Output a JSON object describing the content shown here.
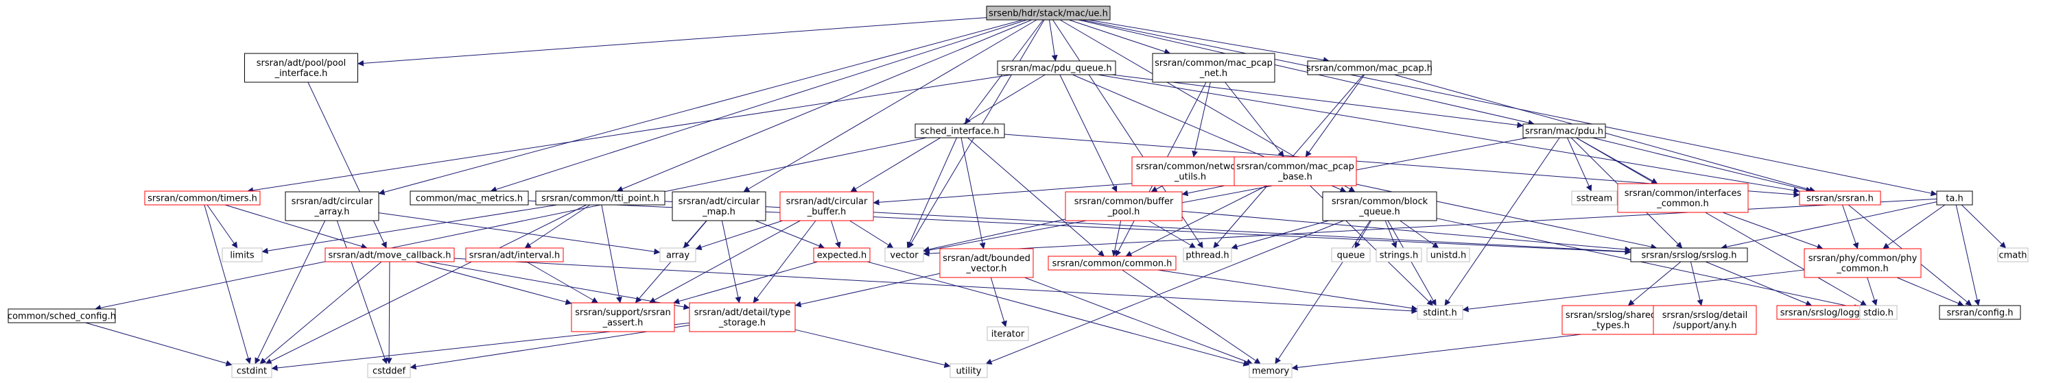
{
  "colors": {
    "edge": "#191970",
    "border_documented": "#000000",
    "border_incomplete": "#ff0000",
    "border_system": "#bfbfbf",
    "root_fill": "#bfbfbf",
    "node_fill": "#ffffff"
  },
  "nodes": [
    {
      "id": "root",
      "kind": "root",
      "lines": [
        "srsenb/hdr/stack/mac/ue.h"
      ]
    },
    {
      "id": "pool_interface",
      "kind": "doc",
      "lines": [
        "srsran/adt/pool/pool",
        "_interface.h"
      ]
    },
    {
      "id": "pdu_queue",
      "kind": "doc",
      "lines": [
        "srsran/mac/pdu_queue.h"
      ]
    },
    {
      "id": "mac_pcap_net",
      "kind": "doc",
      "lines": [
        "srsran/common/mac_pcap",
        "_net.h"
      ]
    },
    {
      "id": "mac_pcap",
      "kind": "doc",
      "lines": [
        "srsran/common/mac_pcap.h"
      ]
    },
    {
      "id": "network_utils",
      "kind": "red",
      "lines": [
        "srsran/common/network",
        "_utils.h"
      ]
    },
    {
      "id": "mac_pcap_base",
      "kind": "red",
      "lines": [
        "srsran/common/mac_pcap",
        "_base.h"
      ]
    },
    {
      "id": "sched_interface",
      "kind": "doc",
      "lines": [
        "sched_interface.h"
      ]
    },
    {
      "id": "mac_pdu",
      "kind": "doc",
      "lines": [
        "srsran/mac/pdu.h"
      ]
    },
    {
      "id": "ta",
      "kind": "doc",
      "lines": [
        "ta.h"
      ]
    },
    {
      "id": "timers",
      "kind": "red",
      "lines": [
        "srsran/common/timers.h"
      ]
    },
    {
      "id": "circular_array",
      "kind": "doc",
      "lines": [
        "srsran/adt/circular",
        "_array.h"
      ]
    },
    {
      "id": "mac_metrics",
      "kind": "doc",
      "lines": [
        "common/mac_metrics.h"
      ]
    },
    {
      "id": "tti_point",
      "kind": "doc",
      "lines": [
        "srsran/common/tti_point.h"
      ]
    },
    {
      "id": "circular_map",
      "kind": "doc",
      "lines": [
        "srsran/adt/circular",
        "_map.h"
      ]
    },
    {
      "id": "circular_buffer",
      "kind": "red",
      "lines": [
        "srsran/adt/circular",
        "_buffer.h"
      ]
    },
    {
      "id": "buffer_pool",
      "kind": "red",
      "lines": [
        "srsran/common/buffer",
        "_pool.h"
      ]
    },
    {
      "id": "block_queue",
      "kind": "doc",
      "lines": [
        "srsran/common/block",
        "_queue.h"
      ]
    },
    {
      "id": "interfaces_common",
      "kind": "red",
      "lines": [
        "srsran/common/interfaces",
        "_common.h"
      ]
    },
    {
      "id": "srsran_h",
      "kind": "red",
      "lines": [
        "srsran/srsran.h"
      ]
    },
    {
      "id": "sstream",
      "kind": "sys",
      "lines": [
        "sstream"
      ]
    },
    {
      "id": "cmath",
      "kind": "sys",
      "lines": [
        "cmath"
      ]
    },
    {
      "id": "limits",
      "kind": "sys",
      "lines": [
        "limits"
      ]
    },
    {
      "id": "move_callback",
      "kind": "red",
      "lines": [
        "srsran/adt/move_callback.h"
      ]
    },
    {
      "id": "interval",
      "kind": "red",
      "lines": [
        "srsran/adt/interval.h"
      ]
    },
    {
      "id": "array",
      "kind": "sys",
      "lines": [
        "array"
      ]
    },
    {
      "id": "expected",
      "kind": "red",
      "lines": [
        "expected.h"
      ]
    },
    {
      "id": "vector",
      "kind": "sys",
      "lines": [
        "vector"
      ]
    },
    {
      "id": "bounded_vector",
      "kind": "red",
      "lines": [
        "srsran/adt/bounded",
        "_vector.h"
      ]
    },
    {
      "id": "common_h",
      "kind": "red",
      "lines": [
        "srsran/common/common.h"
      ]
    },
    {
      "id": "pthread",
      "kind": "sys",
      "lines": [
        "pthread.h"
      ]
    },
    {
      "id": "queue",
      "kind": "sys",
      "lines": [
        "queue"
      ]
    },
    {
      "id": "strings",
      "kind": "sys",
      "lines": [
        "strings.h"
      ]
    },
    {
      "id": "unistd",
      "kind": "sys",
      "lines": [
        "unistd.h"
      ]
    },
    {
      "id": "srslog",
      "kind": "doc",
      "lines": [
        "srsran/srslog/srslog.h"
      ]
    },
    {
      "id": "phy_common",
      "kind": "red",
      "lines": [
        "srsran/phy/common/phy",
        "_common.h"
      ]
    },
    {
      "id": "sched_config",
      "kind": "doc",
      "lines": [
        "common/sched_config.h"
      ]
    },
    {
      "id": "srsran_assert",
      "kind": "red",
      "lines": [
        "srsran/support/srsran",
        "_assert.h"
      ]
    },
    {
      "id": "type_storage",
      "kind": "red",
      "lines": [
        "srsran/adt/detail/type",
        "_storage.h"
      ]
    },
    {
      "id": "iterator",
      "kind": "sys",
      "lines": [
        "iterator"
      ]
    },
    {
      "id": "stdint",
      "kind": "sys",
      "lines": [
        "stdint.h"
      ]
    },
    {
      "id": "shared_types",
      "kind": "red",
      "lines": [
        "srsran/srslog/shared",
        "_types.h"
      ]
    },
    {
      "id": "detail_any",
      "kind": "red",
      "lines": [
        "srsran/srslog/detail",
        "/support/any.h"
      ]
    },
    {
      "id": "logger",
      "kind": "red",
      "lines": [
        "srsran/srslog/logger.h"
      ]
    },
    {
      "id": "stdio",
      "kind": "sys",
      "lines": [
        "stdio.h"
      ]
    },
    {
      "id": "config",
      "kind": "doc",
      "lines": [
        "srsran/config.h"
      ]
    },
    {
      "id": "cstdint",
      "kind": "sys",
      "lines": [
        "cstdint"
      ]
    },
    {
      "id": "cstddef",
      "kind": "sys",
      "lines": [
        "cstddef"
      ]
    },
    {
      "id": "utility",
      "kind": "sys",
      "lines": [
        "utility"
      ]
    },
    {
      "id": "memory",
      "kind": "sys",
      "lines": [
        "memory"
      ]
    }
  ],
  "edges": [
    [
      "root",
      "pool_interface"
    ],
    [
      "root",
      "pdu_queue"
    ],
    [
      "root",
      "mac_pcap_net"
    ],
    [
      "root",
      "mac_pcap"
    ],
    [
      "root",
      "sched_interface"
    ],
    [
      "root",
      "mac_pdu"
    ],
    [
      "root",
      "ta"
    ],
    [
      "root",
      "circular_array"
    ],
    [
      "root",
      "mac_metrics"
    ],
    [
      "root",
      "tti_point"
    ],
    [
      "root",
      "circular_map"
    ],
    [
      "root",
      "block_queue"
    ],
    [
      "root",
      "vector"
    ],
    [
      "root",
      "pthread"
    ],
    [
      "pool_interface",
      "move_callback"
    ],
    [
      "pdu_queue",
      "timers"
    ],
    [
      "pdu_queue",
      "circular_buffer"
    ],
    [
      "pdu_queue",
      "buffer_pool"
    ],
    [
      "pdu_queue",
      "mac_pdu"
    ],
    [
      "pdu_queue",
      "block_queue"
    ],
    [
      "pdu_queue",
      "srsran_h"
    ],
    [
      "mac_pcap_net",
      "network_utils"
    ],
    [
      "mac_pcap_net",
      "mac_pcap_base"
    ],
    [
      "mac_pcap_net",
      "common_h"
    ],
    [
      "mac_pcap",
      "mac_pcap_base"
    ],
    [
      "mac_pcap",
      "srsran_h"
    ],
    [
      "mac_pcap",
      "pthread"
    ],
    [
      "network_utils",
      "buffer_pool"
    ],
    [
      "mac_pcap_base",
      "circular_buffer"
    ],
    [
      "mac_pcap_base",
      "buffer_pool"
    ],
    [
      "mac_pcap_base",
      "common_h"
    ],
    [
      "mac_pcap_base",
      "srslog"
    ],
    [
      "mac_pcap_base",
      "stdint"
    ],
    [
      "sched_interface",
      "bounded_vector"
    ],
    [
      "sched_interface",
      "common_h"
    ],
    [
      "sched_interface",
      "vector"
    ],
    [
      "sched_interface",
      "srsran_h"
    ],
    [
      "sched_interface",
      "sched_config"
    ],
    [
      "mac_pdu",
      "sstream"
    ],
    [
      "mac_pdu",
      "interfaces_common"
    ],
    [
      "mac_pdu",
      "srsran_h"
    ],
    [
      "mac_pdu",
      "srslog"
    ],
    [
      "mac_pdu",
      "stdint"
    ],
    [
      "mac_pdu",
      "stdio"
    ],
    [
      "mac_pdu",
      "vector"
    ],
    [
      "ta",
      "cmath"
    ],
    [
      "ta",
      "phy_common"
    ],
    [
      "ta",
      "config"
    ],
    [
      "ta",
      "srslog"
    ],
    [
      "ta",
      "vector"
    ],
    [
      "timers",
      "limits"
    ],
    [
      "timers",
      "move_callback"
    ],
    [
      "timers",
      "cstdint"
    ],
    [
      "circular_array",
      "array"
    ],
    [
      "circular_array",
      "cstdint"
    ],
    [
      "circular_array",
      "cstddef"
    ],
    [
      "mac_metrics",
      "srslog"
    ],
    [
      "tti_point",
      "interval"
    ],
    [
      "tti_point",
      "limits"
    ],
    [
      "tti_point",
      "srsran_assert"
    ],
    [
      "tti_point",
      "srslog"
    ],
    [
      "tti_point",
      "cstdint"
    ],
    [
      "circular_map",
      "array"
    ],
    [
      "circular_map",
      "expected"
    ],
    [
      "circular_map",
      "srsran_assert"
    ],
    [
      "circular_map",
      "type_storage"
    ],
    [
      "circular_buffer",
      "expected"
    ],
    [
      "circular_buffer",
      "array"
    ],
    [
      "circular_buffer",
      "vector"
    ],
    [
      "circular_buffer",
      "srsran_assert"
    ],
    [
      "circular_buffer",
      "type_storage"
    ],
    [
      "buffer_pool",
      "common_h"
    ],
    [
      "buffer_pool",
      "pthread"
    ],
    [
      "buffer_pool",
      "srslog"
    ],
    [
      "buffer_pool",
      "vector"
    ],
    [
      "block_queue",
      "queue"
    ],
    [
      "block_queue",
      "strings"
    ],
    [
      "block_queue",
      "unistd"
    ],
    [
      "block_queue",
      "stdint"
    ],
    [
      "block_queue",
      "memory"
    ],
    [
      "block_queue",
      "utility"
    ],
    [
      "block_queue",
      "pthread"
    ],
    [
      "block_queue",
      "stdio"
    ],
    [
      "interfaces_common",
      "phy_common"
    ],
    [
      "srsran_h",
      "phy_common"
    ],
    [
      "srsran_h",
      "config"
    ],
    [
      "move_callback",
      "srsran_assert"
    ],
    [
      "move_callback",
      "type_storage"
    ],
    [
      "move_callback",
      "cstddef"
    ],
    [
      "move_callback",
      "cstdint"
    ],
    [
      "move_callback",
      "stdint"
    ],
    [
      "interval",
      "srsran_assert"
    ],
    [
      "expected",
      "srsran_assert"
    ],
    [
      "expected",
      "memory"
    ],
    [
      "bounded_vector",
      "iterator"
    ],
    [
      "bounded_vector",
      "type_storage"
    ],
    [
      "bounded_vector",
      "memory"
    ],
    [
      "common_h",
      "stdint"
    ],
    [
      "common_h",
      "memory"
    ],
    [
      "srslog",
      "shared_types"
    ],
    [
      "srslog",
      "detail_any"
    ],
    [
      "srslog",
      "logger"
    ],
    [
      "phy_common",
      "stdint"
    ],
    [
      "phy_common",
      "stdio"
    ],
    [
      "phy_common",
      "config"
    ],
    [
      "sched_config",
      "cstdint"
    ],
    [
      "type_storage",
      "cstdint"
    ],
    [
      "type_storage",
      "cstddef"
    ],
    [
      "type_storage",
      "utility"
    ],
    [
      "detail_any",
      "memory"
    ]
  ]
}
